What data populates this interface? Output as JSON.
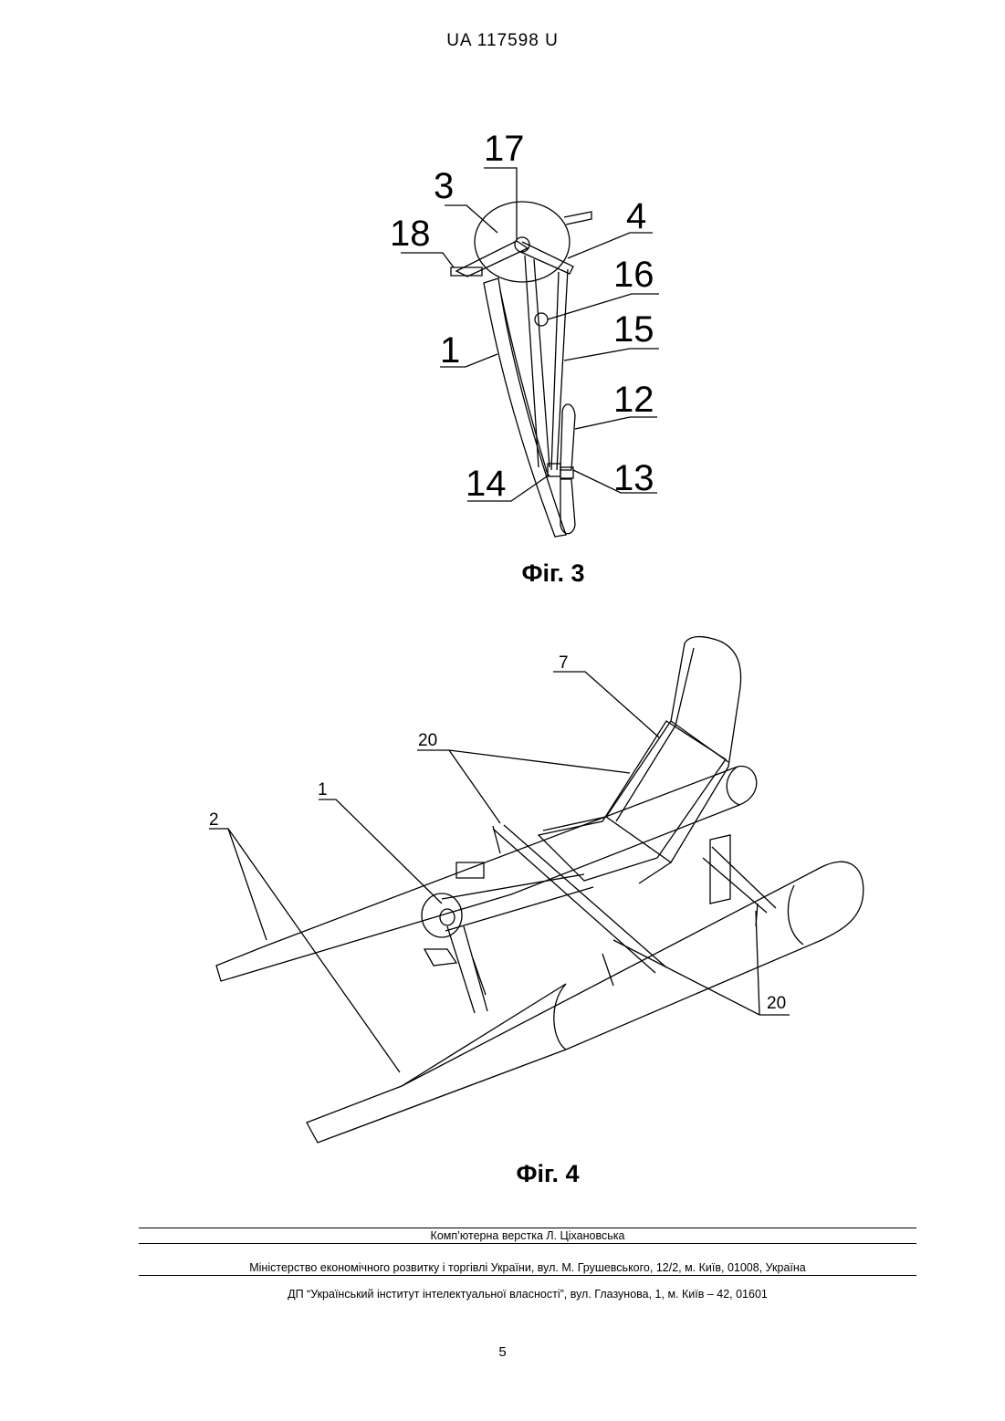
{
  "header": {
    "doc_id": "UA   117598   U"
  },
  "figure3": {
    "caption": "Фіг. 3",
    "labels": {
      "l17": "17",
      "l3": "3",
      "l18": "18",
      "l4": "4",
      "l16": "16",
      "l15": "15",
      "l1": "1",
      "l12": "12",
      "l14": "14",
      "l13": "13"
    }
  },
  "figure4": {
    "caption": "Фіг. 4",
    "labels": {
      "l7": "7",
      "l20a": "20",
      "l1": "1",
      "l2": "2",
      "l20b": "20"
    }
  },
  "footer": {
    "line1": "Комп’ютерна верстка Л. Ціхановська",
    "line2": "Міністерство економічного розвитку і торгівлі України, вул. М. Грушевського, 12/2, м. Київ, 01008, Україна",
    "line3": "ДП “Український інститут інтелектуальної власності”, вул. Глазунова, 1, м. Київ – 42, 01601"
  },
  "page_number": "5"
}
